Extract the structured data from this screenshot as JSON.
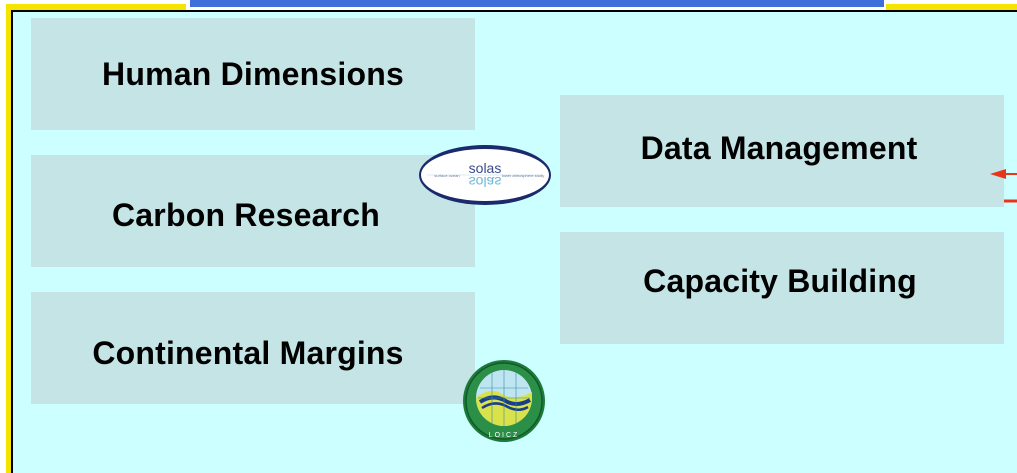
{
  "boxes": {
    "human_dimensions": "Human Dimensions",
    "carbon_research": "Carbon Research",
    "continental_margins": "Continental Margins",
    "data_management": "Data Management",
    "capacity_building": "Capacity Building"
  },
  "logos": {
    "solas": {
      "name": "solas",
      "mirrored": "solas",
      "left_text": "surface ocean",
      "right_text": "lower atmosphere study"
    },
    "loicz": {
      "name": "LOICZ"
    }
  },
  "colors": {
    "panel_background": "#ccffff",
    "box_fill": "#c4e4e6",
    "frame_yellow": "#f5e400",
    "top_bar_blue": "#3f6fd8",
    "arrow_red": "#e8361c"
  }
}
